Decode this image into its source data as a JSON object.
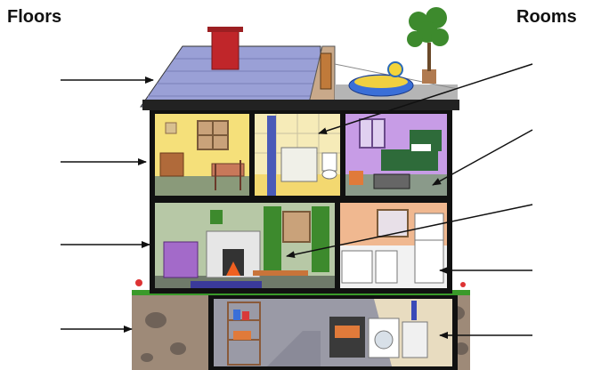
{
  "labels": {
    "floors": "Floors",
    "rooms": "Rooms"
  },
  "icons": [
    "right-arrow-icon",
    "house-illustration",
    "chimney-icon",
    "tree-icon",
    "bed-icon",
    "toilet-icon",
    "sink-icon",
    "sofa-chair-icon",
    "fireplace-icon",
    "stove-icon",
    "fridge-icon",
    "washing-machine-icon",
    "furnace-icon",
    "shelf-icon"
  ],
  "colors": {
    "roof": "#9aa0d6",
    "chimney": "#c0262a",
    "house_outline": "#111111",
    "soil": "#9e8a78",
    "grass": "#3a9a2a",
    "text": "#111111"
  }
}
